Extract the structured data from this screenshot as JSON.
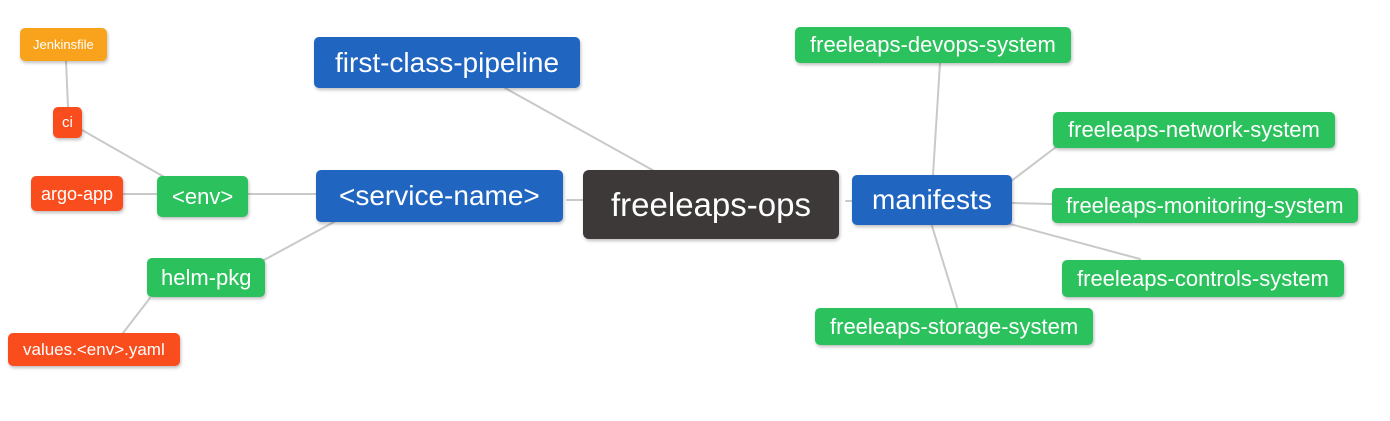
{
  "palette": {
    "root_bg": "#3d3939",
    "branch_blue_bg": "#2065c0",
    "leaf_green_bg": "#2bc15d",
    "leaf_red_bg": "#fa4d1e",
    "leaf_orange_bg": "#f9a31d",
    "edge": "#c9c9c9",
    "text": "#ffffff"
  },
  "nodes": {
    "root": {
      "label": "freeleaps-ops",
      "color": "root_bg"
    },
    "first_class_pipeline": {
      "label": "first-class-pipeline",
      "color": "branch_blue_bg"
    },
    "service_name": {
      "label": "<service-name>",
      "color": "branch_blue_bg"
    },
    "manifests": {
      "label": "manifests",
      "color": "branch_blue_bg"
    },
    "env": {
      "label": "<env>",
      "color": "leaf_green_bg"
    },
    "helm_pkg": {
      "label": "helm-pkg",
      "color": "leaf_green_bg"
    },
    "ci": {
      "label": "ci",
      "color": "leaf_red_bg"
    },
    "argo_app": {
      "label": "argo-app",
      "color": "leaf_red_bg"
    },
    "jenkinsfile": {
      "label": "Jenkinsfile",
      "color": "leaf_orange_bg"
    },
    "values_env_yaml": {
      "label": "values.<env>.yaml",
      "color": "leaf_red_bg"
    },
    "devops_system": {
      "label": "freeleaps-devops-system",
      "color": "leaf_green_bg"
    },
    "network_system": {
      "label": "freeleaps-network-system",
      "color": "leaf_green_bg"
    },
    "monitoring_system": {
      "label": "freeleaps-monitoring-system",
      "color": "leaf_green_bg"
    },
    "controls_system": {
      "label": "freeleaps-controls-system",
      "color": "leaf_green_bg"
    },
    "storage_system": {
      "label": "freeleaps-storage-system",
      "color": "leaf_green_bg"
    }
  },
  "edges": [
    {
      "from": "jenkinsfile",
      "to": "ci"
    },
    {
      "from": "ci",
      "to": "env"
    },
    {
      "from": "argo_app",
      "to": "env"
    },
    {
      "from": "env",
      "to": "service_name"
    },
    {
      "from": "helm_pkg",
      "to": "service_name"
    },
    {
      "from": "values_env_yaml",
      "to": "helm_pkg"
    },
    {
      "from": "first_class_pipeline",
      "to": "root"
    },
    {
      "from": "service_name",
      "to": "root"
    },
    {
      "from": "root",
      "to": "manifests"
    },
    {
      "from": "manifests",
      "to": "devops_system"
    },
    {
      "from": "manifests",
      "to": "network_system"
    },
    {
      "from": "manifests",
      "to": "monitoring_system"
    },
    {
      "from": "manifests",
      "to": "controls_system"
    },
    {
      "from": "manifests",
      "to": "storage_system"
    }
  ]
}
